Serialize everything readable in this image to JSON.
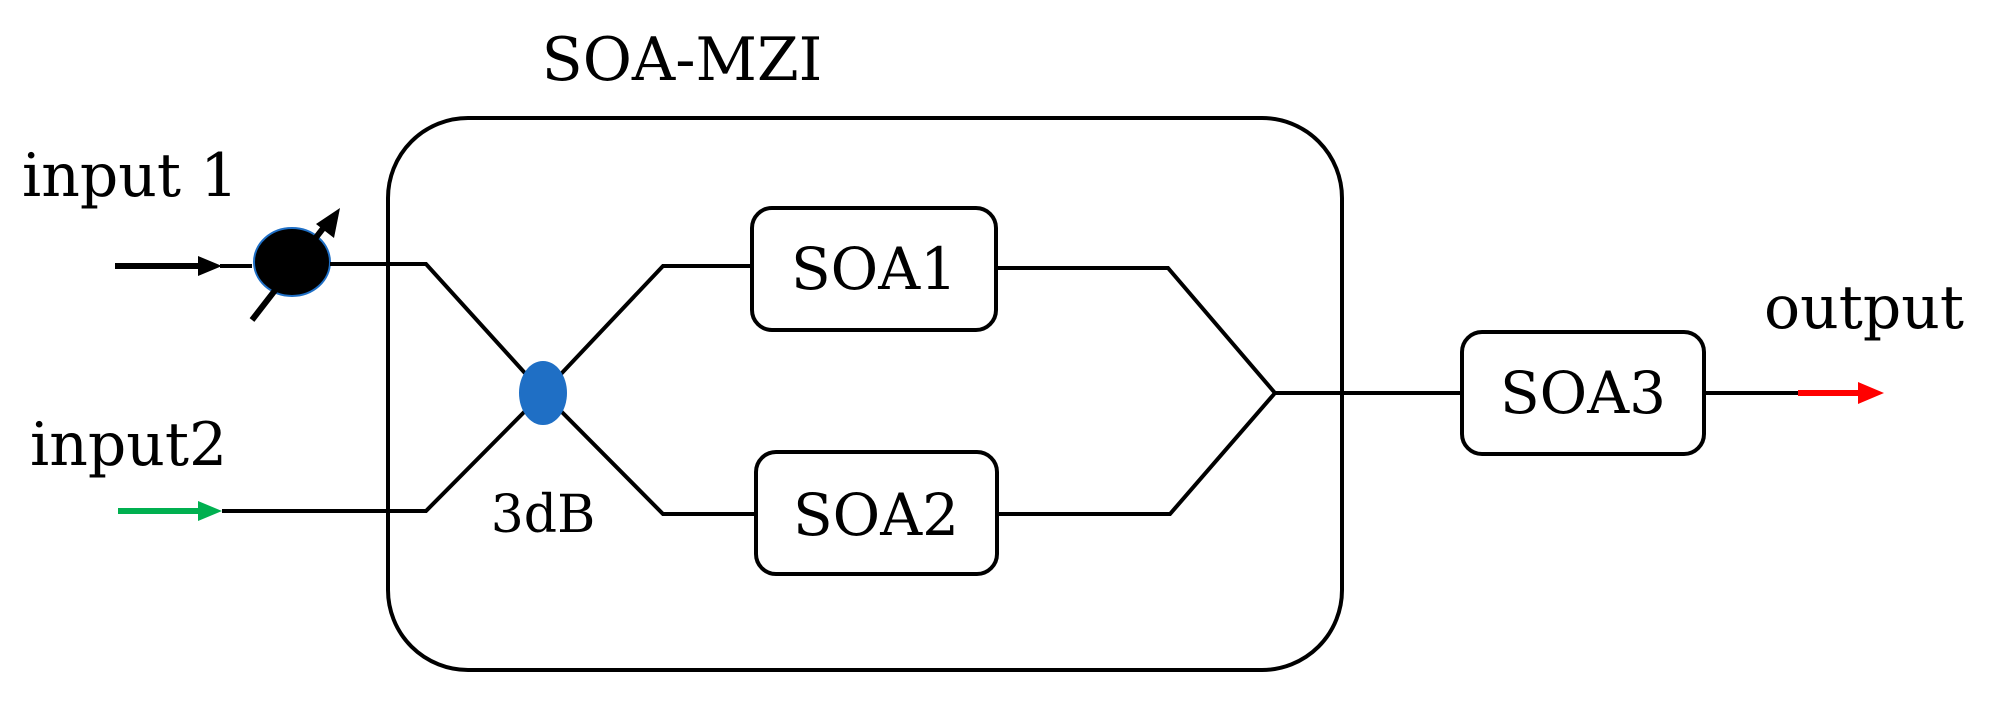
{
  "diagram": {
    "title": "SOA-MZI",
    "inputs": [
      {
        "label": "input 1",
        "arrow_color": "#000000"
      },
      {
        "label": "input2",
        "arrow_color": "#00b050"
      }
    ],
    "coupler": {
      "label": "3dB",
      "color": "#1f6fc5"
    },
    "amplifiers": [
      {
        "label": "SOA1"
      },
      {
        "label": "SOA2"
      },
      {
        "label": "SOA3"
      }
    ],
    "output": {
      "label": "output",
      "arrow_color": "#ff0000"
    },
    "colors": {
      "line": "#000000",
      "polarization_controller": "#000000"
    }
  }
}
